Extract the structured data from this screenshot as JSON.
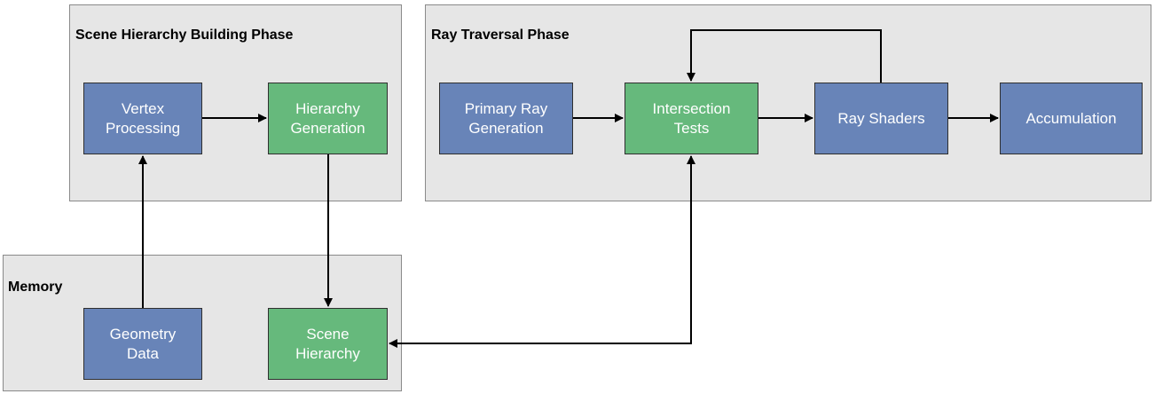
{
  "colors": {
    "panel_fill": "#e6e6e6",
    "process_box": "#6884b8",
    "hierarchy_box": "#66b97c",
    "arrow": "#000000"
  },
  "panels": {
    "scene_building": {
      "title": "Scene Hierarchy Building Phase"
    },
    "ray_traversal": {
      "title": "Ray Traversal Phase"
    },
    "memory": {
      "title": "Memory"
    }
  },
  "nodes": {
    "vertex_processing": "Vertex\nProcessing",
    "hierarchy_generation": "Hierarchy\nGeneration",
    "primary_ray_generation": "Primary Ray\nGeneration",
    "intersection_tests": "Intersection\nTests",
    "ray_shaders": "Ray Shaders",
    "accumulation": "Accumulation",
    "geometry_data": "Geometry\nData",
    "scene_hierarchy": "Scene\nHierarchy"
  },
  "edges": [
    {
      "from": "geometry_data",
      "to": "vertex_processing"
    },
    {
      "from": "vertex_processing",
      "to": "hierarchy_generation"
    },
    {
      "from": "hierarchy_generation",
      "to": "scene_hierarchy"
    },
    {
      "from": "primary_ray_generation",
      "to": "intersection_tests"
    },
    {
      "from": "intersection_tests",
      "to": "ray_shaders"
    },
    {
      "from": "ray_shaders",
      "to": "accumulation"
    },
    {
      "from": "ray_shaders",
      "to": "intersection_tests"
    },
    {
      "from": "scene_hierarchy",
      "to": "intersection_tests",
      "bidirectional": true
    }
  ]
}
